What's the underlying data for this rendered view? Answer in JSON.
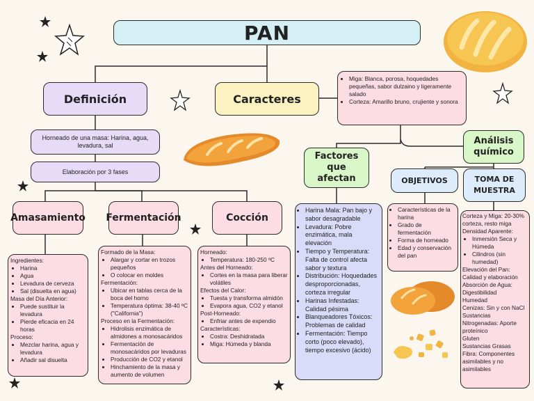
{
  "title": "PAN",
  "definicion": {
    "label": "Definición",
    "text1": "Horneado de una masa: Harina, agua, levadura, sal",
    "text2": "Elaboración por 3 fases"
  },
  "caracteres": {
    "label": "Caracteres",
    "items": [
      "Miga: Blanca, porosa, hoquedades pequeñas, sabor dulzaino y ligeramente salado",
      "Corteza: Amarillo bruno, crujiente y sonora"
    ]
  },
  "amasamiento": {
    "label": "Amasamiento",
    "sections": [
      {
        "heading": "Ingredientes:",
        "items": [
          "Harina",
          "Agua",
          "Levadura de cerveza",
          "Sal (disuelta en agua)"
        ]
      },
      {
        "heading": "Masa del Día Anterior:",
        "items": [
          "Puede sustituir la levadura",
          "Pierde eficacia en 24 horas"
        ]
      },
      {
        "heading": "Proceso:",
        "items": [
          "Mezclar harina, agua y levadura",
          "Añadir sal disuelta"
        ]
      }
    ]
  },
  "fermentacion": {
    "label": "Fermentación",
    "sections": [
      {
        "heading": "Formado de la Masa:",
        "items": [
          "Alargar y cortar en trozos pequeños",
          "O colocar en moldes"
        ]
      },
      {
        "heading": "Fermentación:",
        "items": [
          "Ubicar en tablas cerca de la boca del horno",
          "Temperatura óptima: 38-40 ºC (\"California\")"
        ]
      },
      {
        "heading": "Proceso en la Fermentación:",
        "items": [
          "Hidrolisis enzimática de almidones a monosacáridos",
          "Fermentación de monosacáridos por levaduras",
          "Producción de CO2 y etanol",
          "Hinchamiento de la masa y aumento de volumen"
        ]
      }
    ]
  },
  "coccion": {
    "label": "Cocción",
    "sections": [
      {
        "heading": "Horneado:",
        "items": [
          "Temperatura: 180-250 ºC"
        ]
      },
      {
        "heading": "Antes del Horneado:",
        "items": [
          "Cortes en la masa para liberar volátiles"
        ]
      },
      {
        "heading": "Efectos del Calor:",
        "items": [
          "Tuesta y transforma almidón",
          "Evapora agua, CO2 y etanol"
        ]
      },
      {
        "heading": "Post-Horneado:",
        "items": [
          "Enfriar antes de expendio"
        ]
      },
      {
        "heading": "Características:",
        "items": [
          "Costra: Deshidratada",
          "Miga: Húmeda y blanda"
        ]
      }
    ]
  },
  "factores": {
    "label": "Factores que afectan",
    "items": [
      "Harina Mala: Pan bajo y sabor desagradable",
      "Levadura: Pobre enzimática, mala elevación",
      "Tiempo y Temperatura: Falta de control afecta sabor y textura",
      "Distribución: Hoquedades desproporcionadas, corteza irregular",
      "Harinas Infestadas: Calidad pésima",
      "Blanqueadores Tóxicos: Problemas de calidad",
      "Fermentación: Tiempo corto (poco elevado), tiempo excesivo (ácido)"
    ]
  },
  "analisis": {
    "label": "Análisis químico",
    "objetivos": {
      "label": "OBJETIVOS",
      "items": [
        "Características de la harina",
        "Grado de fermentación",
        "Forma de horneado",
        "Edad y conservación del pan"
      ]
    },
    "toma": {
      "label": "TOMA DE MUESTRA",
      "intro": "Corteza y Miga: 20-30% corteza, resto miga",
      "sub_heading": "Densidad Aparente:",
      "sub_items": [
        "Inmersión Seca y Húmeda",
        "Cilindros (sin humedad)"
      ],
      "rest": [
        "Elevación del Pan: Calidad y elaboración",
        "Absorción de Agua: Digestibilidad",
        "Humedad",
        "Cenizas: Sin y con NaCl",
        "Sustancias Nitrogenadas: Aporte proteínico",
        "Gluten",
        "Sustancias Grasas",
        "Fibra: Componentes asimilables y no asimilables"
      ]
    }
  },
  "colors": {
    "title_bg": "#d4f0f4",
    "header_purple": "#e6dcf8",
    "box_pink": "#fddde4",
    "header_yellow": "#fbf1c1",
    "header_green": "#d9f6c8",
    "box_lavender": "#d9dbf8",
    "header_blue": "#dcecfb"
  }
}
